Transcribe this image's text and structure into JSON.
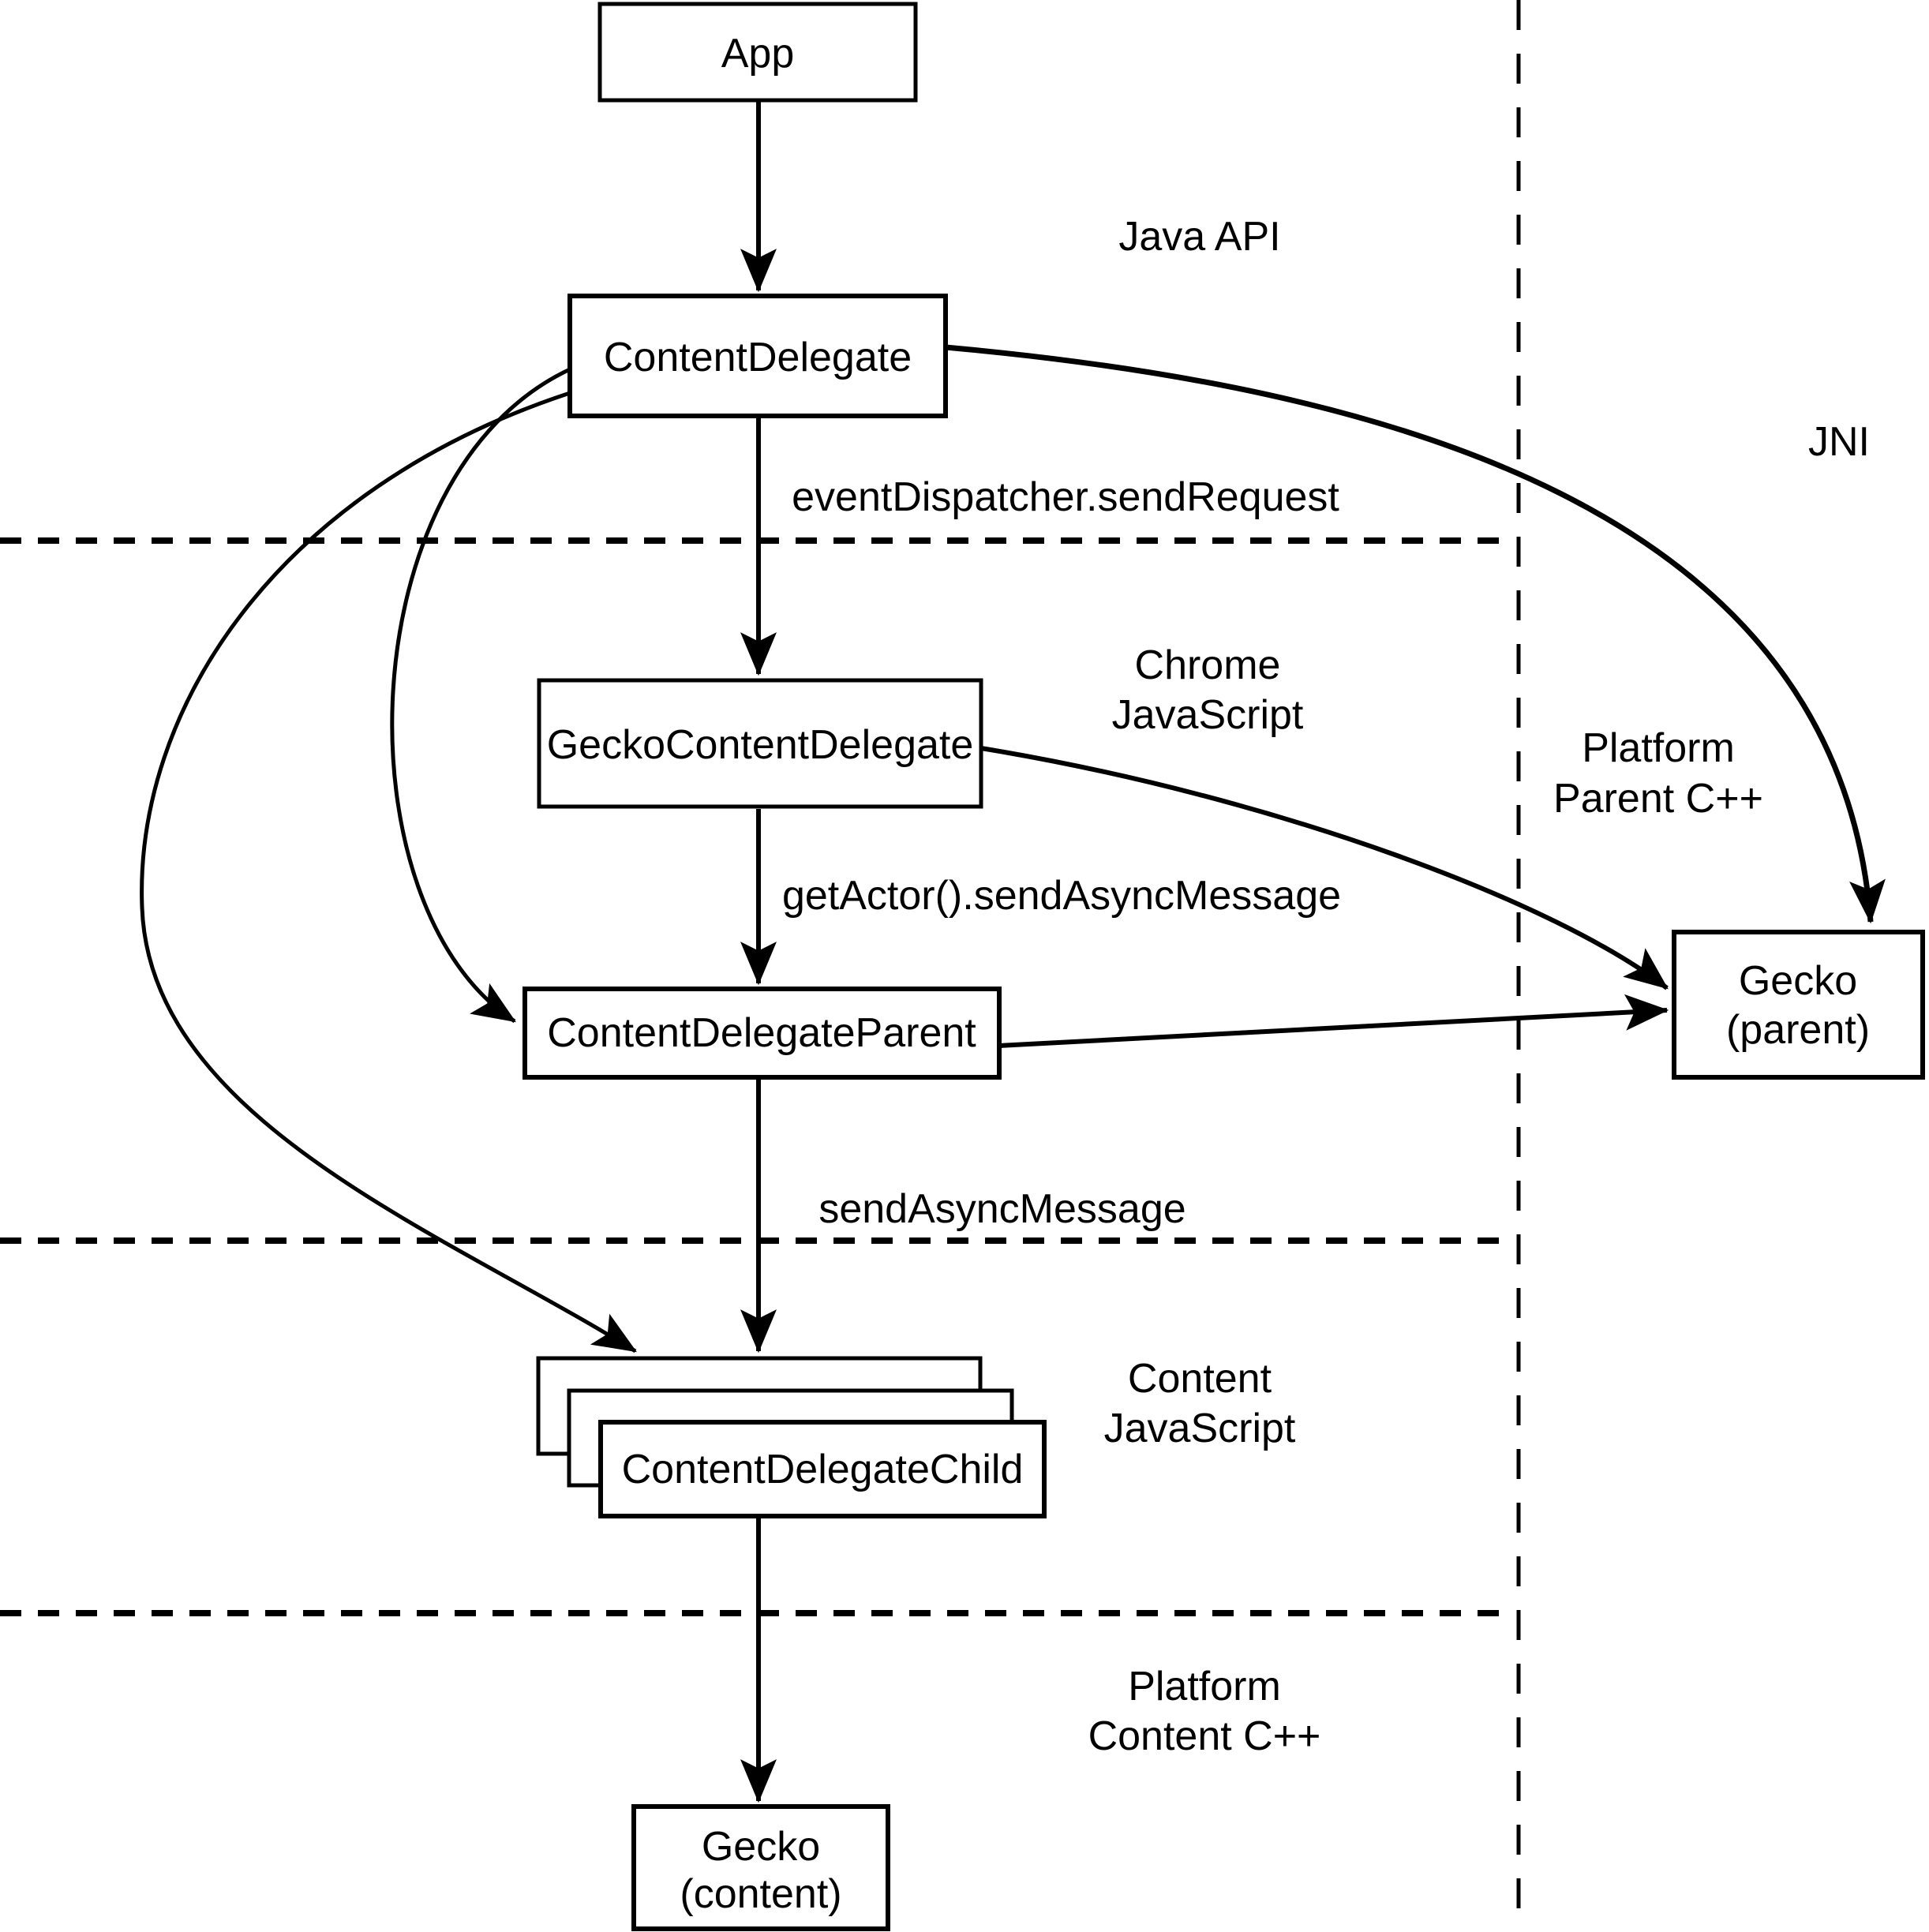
{
  "diagram": {
    "nodes": {
      "app": {
        "label": "App"
      },
      "content_delegate": {
        "label": "ContentDelegate"
      },
      "gecko_content_delegate": {
        "label": "GeckoContentDelegate"
      },
      "content_delegate_parent": {
        "label": "ContentDelegateParent"
      },
      "content_delegate_child": {
        "label": "ContentDelegateChild"
      },
      "gecko_parent": {
        "lines": [
          "Gecko",
          "(parent)"
        ]
      },
      "gecko_content": {
        "lines": [
          "Gecko",
          "(content)"
        ]
      }
    },
    "edge_labels": {
      "event_dispatcher": "eventDispatcher.sendRequest",
      "get_actor": "getActor().sendAsyncMessage",
      "send_async_message": "sendAsyncMessage",
      "jni": "JNI"
    },
    "zone_labels": {
      "java_api": "Java API",
      "chrome_js": {
        "lines": [
          "Chrome",
          "JavaScript"
        ]
      },
      "platform_parent": {
        "lines": [
          "Platform",
          "Parent C++"
        ]
      },
      "content_js": {
        "lines": [
          "Content",
          "JavaScript"
        ]
      },
      "platform_content": {
        "lines": [
          "Platform",
          "Content C++"
        ]
      }
    },
    "colors": {
      "stroke": "#000000",
      "background": "#ffffff"
    }
  }
}
